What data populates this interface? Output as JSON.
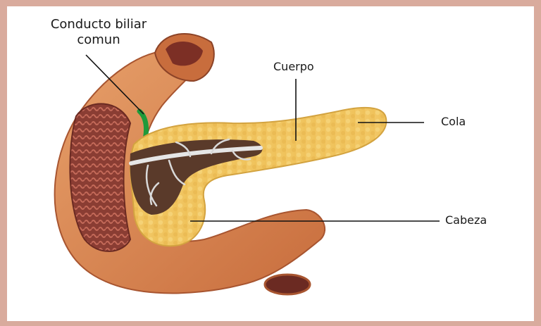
{
  "labels": {
    "duct_line1": "Conducto biliar",
    "duct_line2": "comun",
    "cuerpo": "Cuerpo",
    "cola": "Cola",
    "cabeza": "Cabeza"
  },
  "colors": {
    "frame": "#d9ab9d",
    "duodenum": "#d98a5a",
    "duodenum_inner": "#9c4a3a",
    "pancreas": "#f0c35a",
    "duct": "#d9d9d9",
    "bile_duct": "#1f9a3a"
  }
}
